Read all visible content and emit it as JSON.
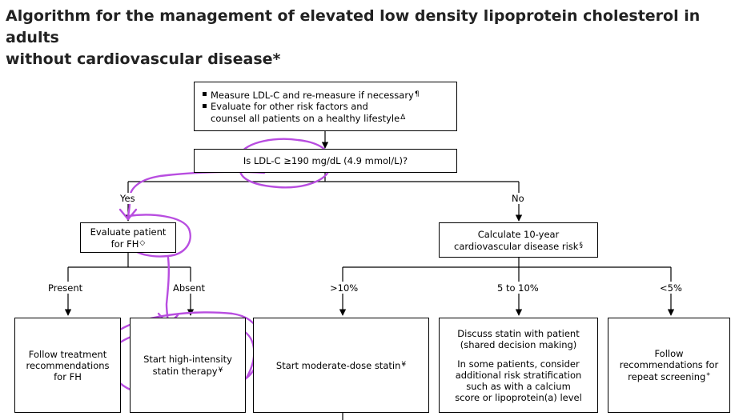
{
  "title": {
    "line1": "Algorithm for the management of elevated low density lipoprotein cholesterol in adults",
    "line2": "without cardiovascular disease*"
  },
  "nodes": {
    "measure": {
      "bullet1": "Measure LDL-C and re-measure if necessary",
      "bullet1_mark": "¶",
      "bullet2_a": "Evaluate for other risk factors and",
      "bullet2_b": "counsel all patients on a healthy lifestyle",
      "bullet2_mark": "Δ"
    },
    "question": {
      "text": "Is LDL-C ≥190 mg/dL (4.9 mmol/L)?"
    },
    "evaluate_fh": {
      "line1": "Evaluate patient",
      "line2": "for FH",
      "mark": "◇"
    },
    "calc_risk": {
      "line1": "Calculate 10-year",
      "line2": "cardiovascular disease risk",
      "mark": "§"
    },
    "follow_fh": {
      "line1": "Follow treatment",
      "line2": "recommendations",
      "line3": "for FH"
    },
    "high_statin": {
      "line1": "Start high-intensity",
      "line2": "statin therapy",
      "mark": "¥"
    },
    "moderate_statin": {
      "text": "Start moderate-dose statin",
      "mark": "¥"
    },
    "discuss_statin": {
      "line1": "Discuss statin with patient",
      "line2": "(shared decision making)",
      "line3": "In some patients, consider",
      "line4": "additional risk stratification",
      "line5": "such as with a calcium",
      "line6": "score or lipoprotein(a) level"
    },
    "follow_screening": {
      "line1": "Follow",
      "line2": "recommendations for",
      "line3": "repeat screening",
      "mark": "*"
    }
  },
  "edge_labels": {
    "yes": "Yes",
    "no": "No",
    "present": "Present",
    "absent": "Absent",
    "gt10": ">10%",
    "five_to_ten": "5 to 10%",
    "lt5": "<5%"
  },
  "colors": {
    "annotation_stroke": "#b84de0",
    "line": "#000000"
  }
}
